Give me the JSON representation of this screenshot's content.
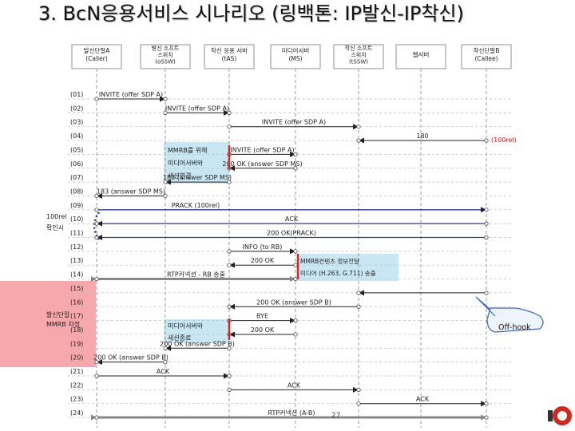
{
  "title": "3. BcN응용서비스 시나리오 (링백톤: IP발신-IP착신)",
  "participants": [
    {
      "id": "caller",
      "label": "발신단말A\n(Caller)"
    },
    {
      "id": "ossw",
      "label": "발신 소프트\n스위치\n(oSSW)"
    },
    {
      "id": "tas",
      "label": "착신 응용 서버\n(tAS)"
    },
    {
      "id": "ms",
      "label": "미디어서버\n(MS)"
    },
    {
      "id": "tssw",
      "label": "착신 소프트\n스위치\n(tSSW)"
    },
    {
      "id": "web",
      "label": "웹서버"
    },
    {
      "id": "callee",
      "label": "착신단말B\n(Callee)"
    }
  ],
  "step_labels": [
    "(01)",
    "(02)",
    "(03)",
    "(04)",
    "(05)",
    "(06)",
    "(07)",
    "(08)",
    "(09)",
    "(10)",
    "(11)",
    "(12)",
    "(13)",
    "(14)",
    "(15)",
    "(16)",
    "(17)",
    "(18)",
    "(19)",
    "(20)",
    "(21)",
    "(22)",
    "(23)",
    "(24)"
  ],
  "messages": [
    {
      "step": "(01)",
      "from": "caller",
      "to": "ossw",
      "label": "INVITE (offer SDP A)"
    },
    {
      "step": "(02)",
      "from": "ossw",
      "to": "tas",
      "label": "INVITE (offer SDP A)"
    },
    {
      "step": "(03)",
      "from": "tas",
      "to": "tssw",
      "label": "INVITE (offer SDP A)"
    },
    {
      "step": "(04)",
      "from": "callee",
      "to": "tssw",
      "label": "180"
    },
    {
      "step": "(05)",
      "from": "tas",
      "to": "ms",
      "label": "INVITE (offer SDP A)"
    },
    {
      "step": "(06)",
      "from": "ms",
      "to": "tas",
      "label": "200 OK (answer SDP MS)"
    },
    {
      "step": "(07)",
      "from": "tas",
      "to": "ossw",
      "label": "183 (answer SDP MS)"
    },
    {
      "step": "(08)",
      "from": "ossw",
      "to": "caller",
      "label": "183 (answer SDP MS)"
    },
    {
      "step": "(09)",
      "from": "caller",
      "to": "callee",
      "label": "PRACK (100rel)"
    },
    {
      "step": "(10)",
      "from": "callee",
      "to": "caller",
      "label": "ACK"
    },
    {
      "step": "(11)",
      "from": "callee",
      "to": "caller",
      "label": "200 OK(PRACK)"
    },
    {
      "step": "(12)",
      "from": "tas",
      "to": "ms",
      "label": "INFO (to RB)"
    },
    {
      "step": "(13)",
      "from": "ms",
      "to": "tas",
      "label": "200 OK"
    },
    {
      "step": "(14)",
      "from": "caller",
      "to": "ms",
      "label": "RTP커넥션 - RB 송출"
    },
    {
      "step": "(15)",
      "from": "callee",
      "to": "tssw",
      "label": ""
    },
    {
      "step": "(16)",
      "from": "tssw",
      "to": "tas",
      "label": "200 OK (answer SDP B)"
    },
    {
      "step": "(17)",
      "from": "tas",
      "to": "ms",
      "label": "BYE"
    },
    {
      "step": "(18)",
      "from": "ms",
      "to": "tas",
      "label": "200 OK"
    },
    {
      "step": "(19)",
      "from": "tas",
      "to": "ossw",
      "label": "200 OK (answer SDP B)"
    },
    {
      "step": "(20)",
      "from": "ossw",
      "to": "caller",
      "label": "200 OK (answer SDP B)"
    },
    {
      "step": "(21)",
      "from": "caller",
      "to": "tas",
      "label": "ACK"
    },
    {
      "step": "(22)",
      "from": "tas",
      "to": "tssw",
      "label": "ACK"
    },
    {
      "step": "(23)",
      "from": "tssw",
      "to": "callee",
      "label": "ACK"
    },
    {
      "step": "(24)",
      "from": "caller",
      "to": "callee",
      "label": "RTP커넥션 (A-B)"
    }
  ],
  "annotations": {
    "rel100_right": "(100rel)",
    "mmrb_setup": "MMRB를 위해\n미디어서버와\n세션연결",
    "rel100_confirm": "100rel\n확인시",
    "mmrb_transfer": "MMRB컨텐츠 정보전달\n미디어 (H.263, G.711) 송출",
    "caller_mmrb_stop": "발신단말\nMMRB 차정",
    "session_end": "미디어서버와\n세션종료",
    "offhook": "Off-hook"
  },
  "page_number": "27"
}
